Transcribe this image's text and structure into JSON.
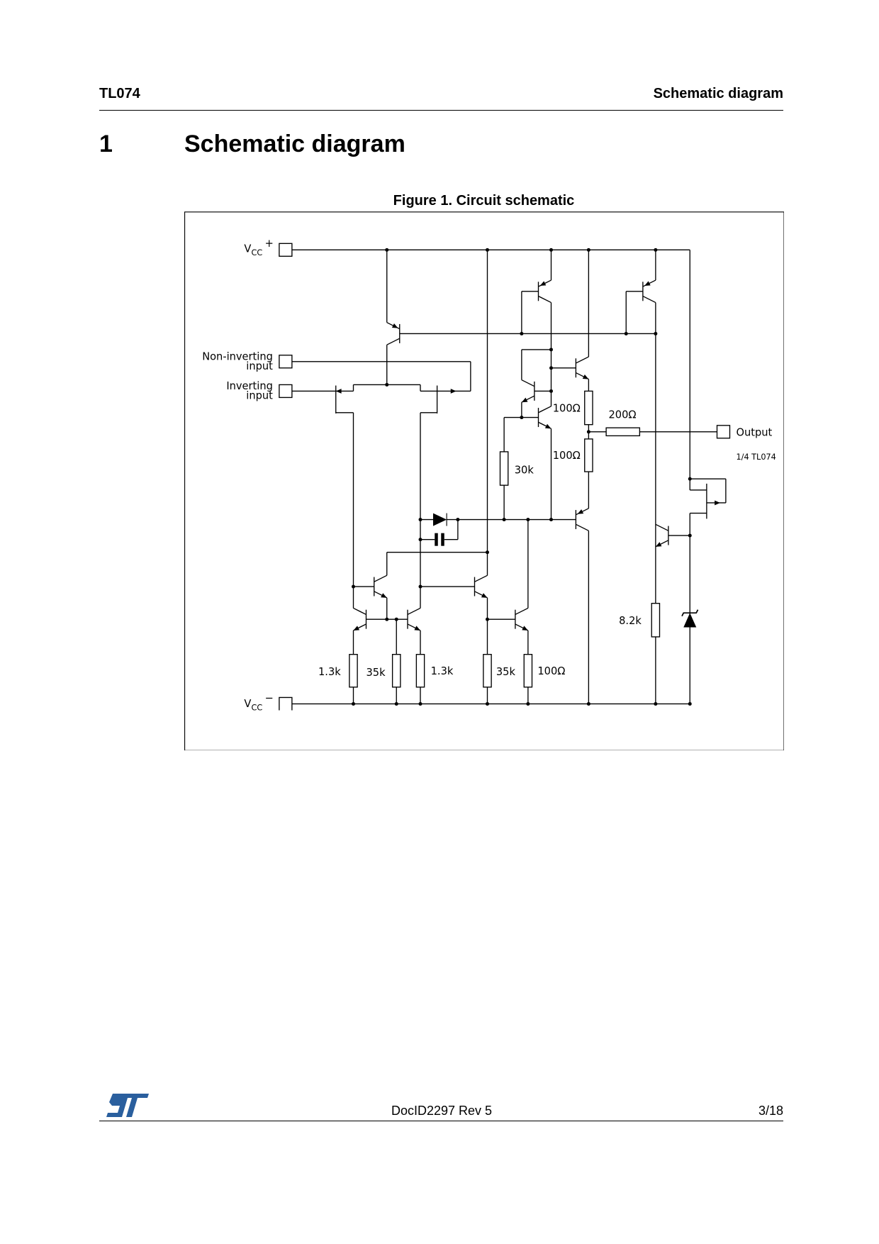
{
  "header": {
    "left": "TL074",
    "right": "Schematic diagram"
  },
  "section": {
    "number": "1",
    "title": "Schematic diagram"
  },
  "figure": {
    "caption": "Figure 1. Circuit schematic",
    "pins": {
      "vcc_plus": {
        "v": "V",
        "sub": "CC",
        "sign": "+"
      },
      "vcc_minus": {
        "v": "V",
        "sub": "CC",
        "sign": "−"
      },
      "non_inverting": [
        "Non-inverting",
        "input"
      ],
      "inverting": [
        "Inverting",
        "input"
      ],
      "output": "Output"
    },
    "part_note": "1/4 TL074",
    "resistors": {
      "r_emitter_top": "100Ω",
      "r_emitter_bottom": "100Ω",
      "r_output": "200Ω",
      "r_bias": "30k",
      "r_8k2": "8.2k",
      "r_1k3_left": "1.3k",
      "r_35k_left": "35k",
      "r_1k3_right": "1.3k",
      "r_35k_right": "35k",
      "r_100_bottom": "100Ω"
    }
  },
  "footer": {
    "logo": "ST",
    "doc_id": "DocID2297 Rev 5",
    "page": "3/18"
  },
  "colors": {
    "logo_blue": "#2a5f9e",
    "ink": "#000000"
  }
}
